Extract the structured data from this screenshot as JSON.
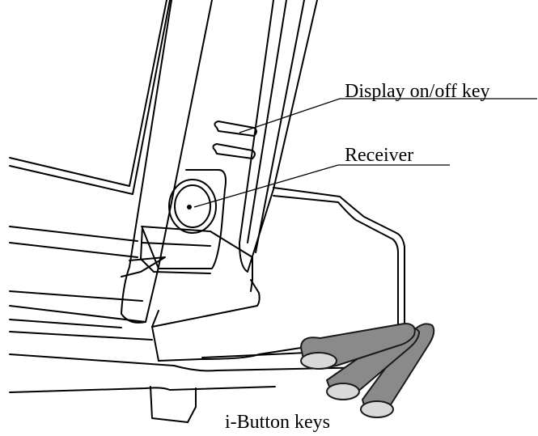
{
  "callouts": {
    "display_key": "Display on/off key",
    "receiver": "Receiver",
    "ibutton_keys": "i-Button keys"
  },
  "colors": {
    "line": "#000000",
    "key_fill": "#8a8a8a",
    "key_stroke": "#1a1a1a",
    "background": "#ffffff"
  }
}
